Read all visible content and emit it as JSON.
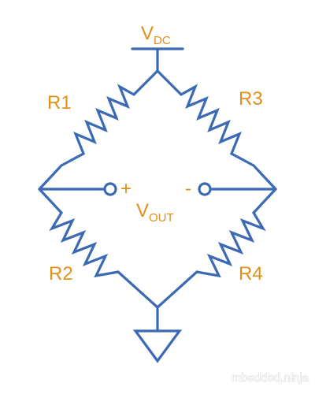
{
  "supply": {
    "main": "V",
    "sub": "DC"
  },
  "resistors": {
    "r1": "R1",
    "r2": "R2",
    "r3": "R3",
    "r4": "R4"
  },
  "output": {
    "main": "V",
    "sub": "OUT",
    "plus": "+",
    "minus": "-"
  },
  "watermark": "mbedded.ninja",
  "colors": {
    "wire": "#3a69b5",
    "label": "#e38f1a"
  }
}
